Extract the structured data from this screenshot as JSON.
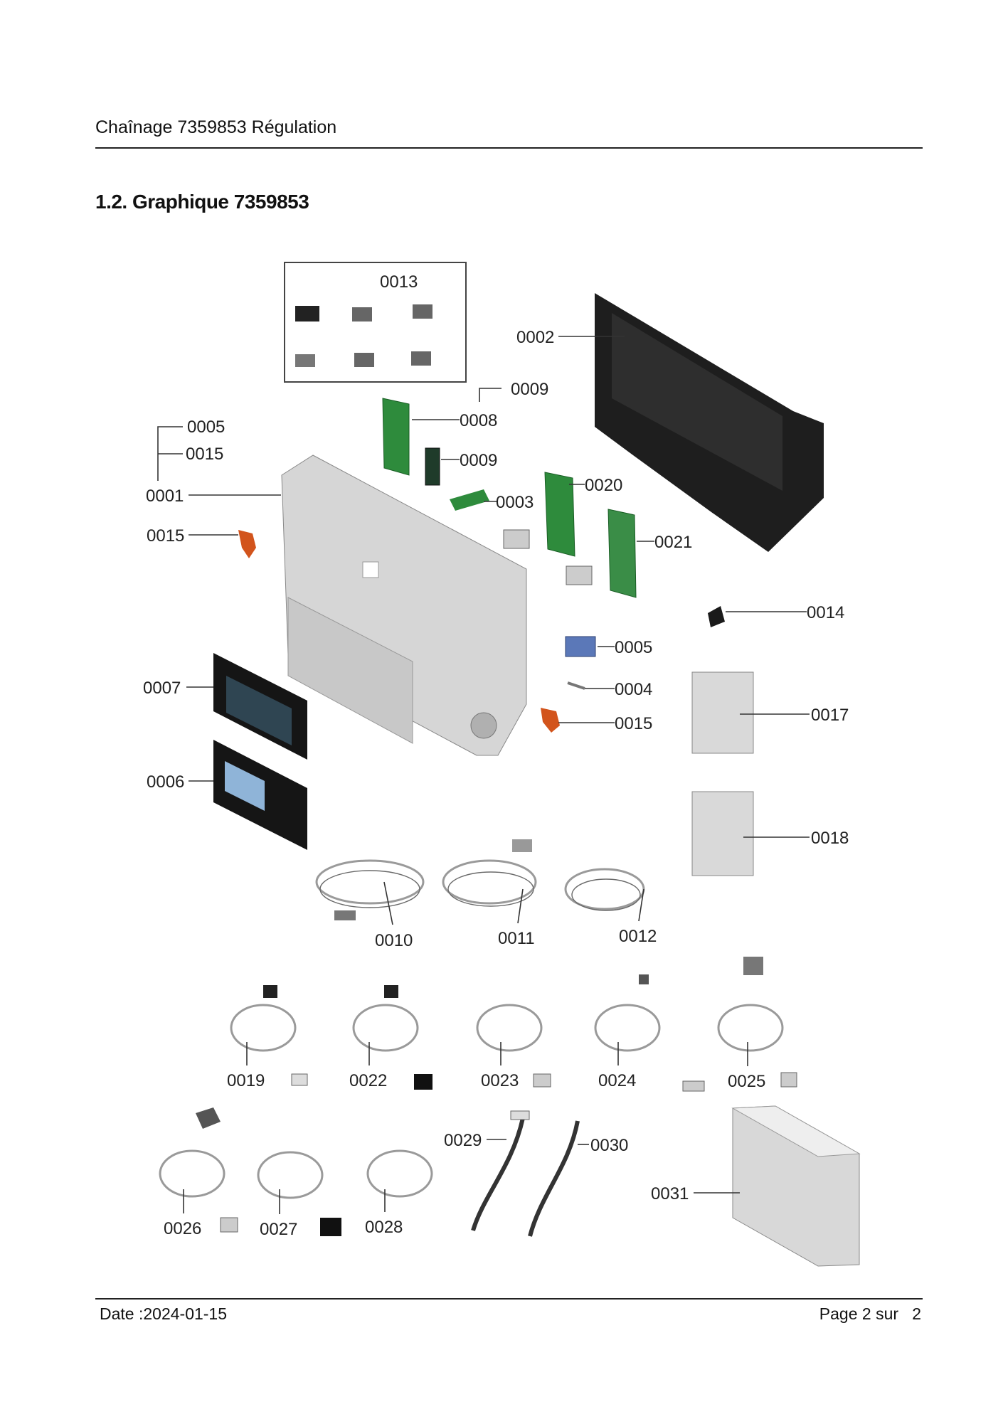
{
  "header": {
    "title": "Chaînage 7359853 Régulation"
  },
  "section": {
    "heading": "1.2. Graphique 7359853"
  },
  "diagram": {
    "labels": [
      "0013",
      "0002",
      "0009",
      "0008",
      "0005",
      "0015",
      "0009",
      "0001",
      "0003",
      "0020",
      "0021",
      "0015",
      "0014",
      "0005",
      "0004",
      "0007",
      "0015",
      "0017",
      "0006",
      "0018",
      "0010",
      "0011",
      "0012",
      "0019",
      "0022",
      "0023",
      "0024",
      "0025",
      "0026",
      "0027",
      "0028",
      "0029",
      "0030",
      "0031"
    ]
  },
  "footer": {
    "date": "Date :2024-01-15",
    "page": "Page 2 sur   2"
  }
}
